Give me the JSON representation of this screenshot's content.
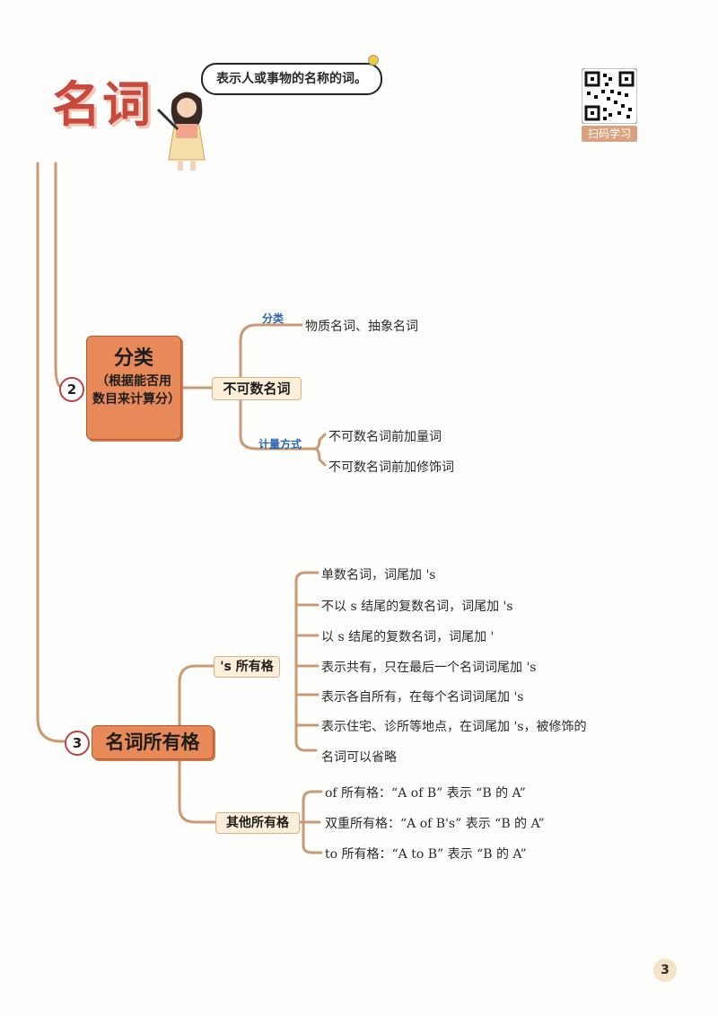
{
  "header": {
    "title": "名词",
    "bubble": "表示人或事物的名称的词。",
    "qr_label": "扫码学习"
  },
  "section2": {
    "number": "2",
    "box_title": "分类",
    "box_sub": "（根据能否用数目来计算分）",
    "node": "不可数名词",
    "tag_class": "分类",
    "class_text": "物质名词、抽象名词",
    "tag_measure": "计量方式",
    "measure_items": [
      "不可数名词前加量词",
      "不可数名词前加修饰词"
    ]
  },
  "section3": {
    "number": "3",
    "box_title": "名词所有格",
    "node_s": "'s 所有格",
    "s_items": [
      "单数名词，词尾加 's",
      "不以 s 结尾的复数名词，词尾加 's",
      "以 s 结尾的复数名词，词尾加 '",
      "表示共有，只在最后一个名词词尾加 's",
      "表示各自所有，在每个名词词尾加 's",
      "表示住宅、诊所等地点，在词尾加 's，被修饰的",
      "名词可以省略"
    ],
    "node_other": "其他所有格",
    "other_items": [
      "of 所有格：“A of B” 表示 “B 的 A”",
      "双重所有格：“A of B's” 表示 “B 的 A”",
      "to 所有格：“A to B” 表示 “B 的 A”"
    ]
  },
  "page_number": "3",
  "colors": {
    "accent": "#c84a3f",
    "box": "#e8895a",
    "branch": "#c9a27a",
    "tag": "#2a66b5"
  }
}
